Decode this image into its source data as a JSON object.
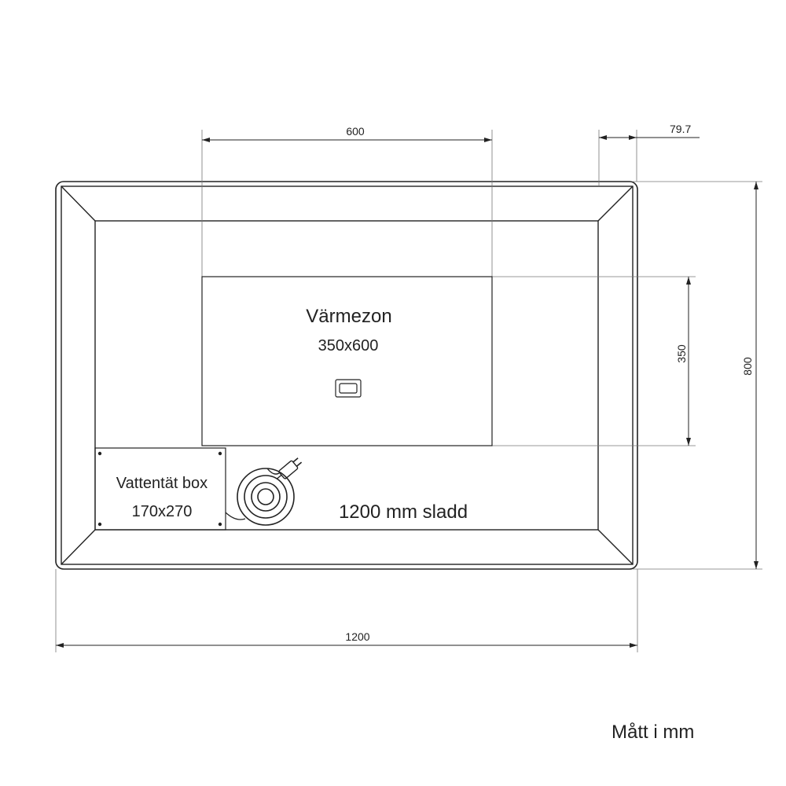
{
  "dimensions": {
    "top_width": "600",
    "frame_offset": "79.7",
    "zone_height": "350",
    "total_height": "800",
    "total_width": "1200"
  },
  "heat_zone": {
    "title": "Värmezon",
    "size": "350x600"
  },
  "box": {
    "title": "Vattentät box",
    "size": "170x270"
  },
  "cable": {
    "label": "1200 mm sladd"
  },
  "footer": {
    "units_note": "Mått i mm"
  },
  "icons": {
    "switch": "switch-icon",
    "plug": "plug-icon",
    "cable_coil": "cable-coil-icon"
  }
}
